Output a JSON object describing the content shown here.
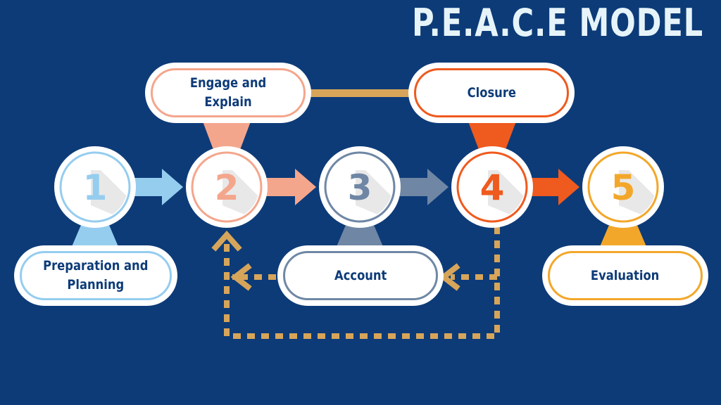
{
  "title": "P.E.A.C.E MODEL",
  "steps": [
    {
      "number": "1",
      "label": "Preparation and\nPlanning",
      "color": "#95cdef",
      "dark": "#66b5e6"
    },
    {
      "number": "2",
      "label": "Engage and\nExplain",
      "color": "#f4a68c",
      "dark": "#ef8e70"
    },
    {
      "number": "3",
      "label": "Account",
      "color": "#6f87a5",
      "dark": "#5a7292"
    },
    {
      "number": "4",
      "label": "Closure",
      "color": "#ef5a1e",
      "dark": "#e04a12"
    },
    {
      "number": "5",
      "label": "Evaluation",
      "color": "#f3a72a",
      "dark": "#e59817"
    }
  ],
  "colors": {
    "background": "#0d3b78",
    "connector": "#d7a55a",
    "title": "#e6f4fa",
    "label_text": "#0d3b78"
  }
}
